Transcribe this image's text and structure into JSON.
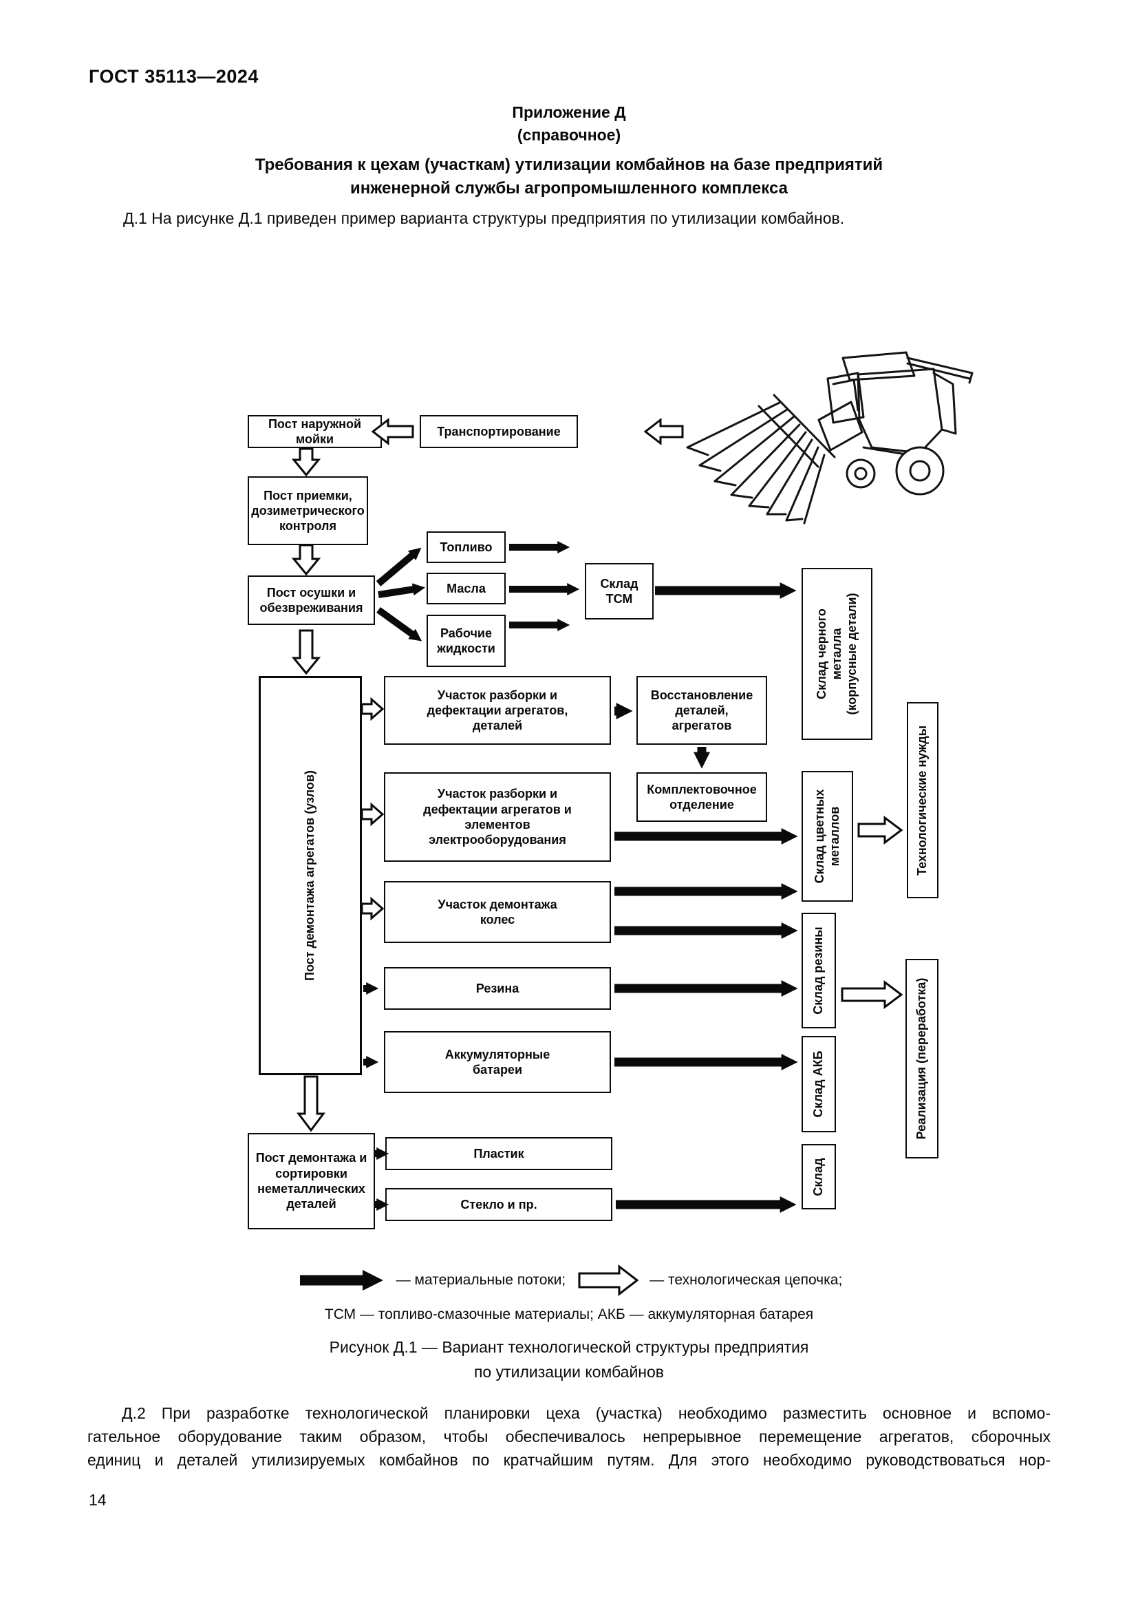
{
  "page": {
    "standard_code": "ГОСТ 35113—2024",
    "appendix_label": "Приложение Д",
    "appendix_type": "(справочное)",
    "title_lines": [
      "Требования к цехам (участкам) утилизации комбайнов на базе предприятий",
      "инженерной службы агропромышленного комплекса"
    ],
    "paragraph_d1": "Д.1 На рисунке Д.1 приведен пример варианта структуры предприятия по утилизации комбайнов.",
    "paragraph_d2_lines": [
      "Д.2 При разработке технологической планировки цеха (участка) необходимо разместить основное и вспомо-",
      "гательное оборудование таким образом, чтобы обеспечивалось непрерывное перемещение агрегатов, сборочных",
      "единиц и деталей утилизируемых комбайнов по кратчайшим путям. Для этого необходимо руководствоваться нор-"
    ],
    "page_number": "14"
  },
  "figure": {
    "nodes": {
      "external_washing_post": "Пост наружной мойки",
      "transportation": "Транспортирование",
      "reception_dosimetric_post": "Пост приемки,\nдозиметрического\nконтроля",
      "draining_neutralization_post": "Пост осушки и\nобезвреживания",
      "fuel": "Топливо",
      "oils": "Масла",
      "working_fluids": "Рабочие\nжидкости",
      "fuel_lubricants_warehouse": "Склад\nТСМ",
      "ferrous_metal_warehouse": "Склад черного\nметалла\n(корпусные детали)",
      "units_dismantling_post": "Пост демонтажа агрегатов (узлов)",
      "disassembly_units_parts_section": "Участок разборки и\nдефектации агрегатов,\nдеталей",
      "parts_restoration": "Восстановление\nдеталей,\nагрегатов",
      "completing_department": "Комплектовочное\nотделение",
      "disassembly_electrical_section": "Участок разборки и\nдефектации агрегатов и\nэлементов\nэлектрооборудования",
      "wheels_dismantling_section": "Участок демонтажа\nколес",
      "rubber": "Резина",
      "batteries": "Аккумуляторные\nбатареи",
      "nonmetallic_sorting_post": "Пост демонтажа и\nсортировки\nнеметаллических\nдеталей",
      "plastic": "Пластик",
      "glass_etc": "Стекло и пр.",
      "nonferrous_metals_warehouse": "Склад цветных\nметаллов",
      "rubber_warehouse": "Склад резины",
      "battery_warehouse": "Склад АКБ",
      "warehouse": "Склад",
      "technological_needs": "Технологические нужды",
      "sales_processing": "Реализация (переработка)"
    },
    "legend": {
      "material_flows_label": "— материальные потоки;",
      "tech_chain_label": "— технологическая цепочка;",
      "abbreviations": "ТСМ — топливо-смазочные материалы; АКБ — аккумуляторная батарея"
    },
    "caption_lines": [
      "Рисунок Д.1 — Вариант технологической структуры предприятия",
      "по утилизации комбайнов"
    ]
  }
}
